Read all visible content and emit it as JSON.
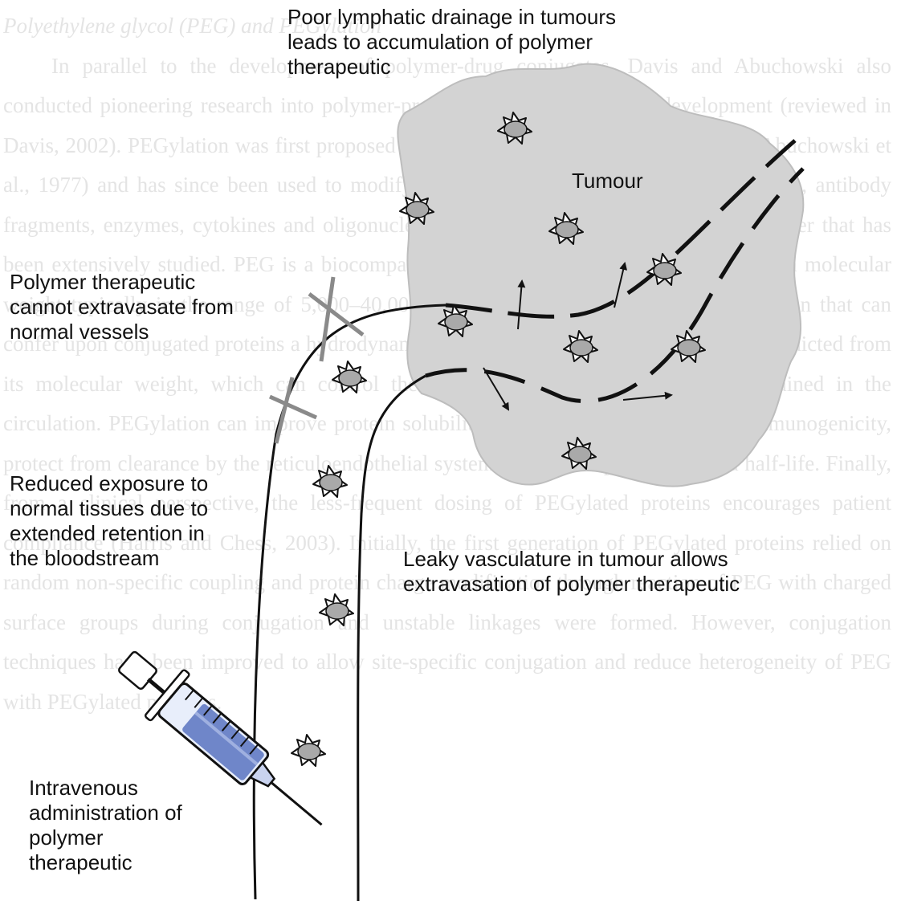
{
  "background_text": [
    "Polyethylene glycol (PEG) and PEGylation",
    "In parallel to the development of polymer-drug conjugates, Davis and Abuchowski also conducted pioneering research into polymer-protein conjugation for drug development (reviewed in Davis, 2002). PEGylation was first proposed by Davis and Abuchowski in the 1970s (Abuchowski et al., 1977) and has since been used to modify a number of therapeutic proteins, peptides, antibody fragments, enzymes, cytokines and oligonucleotides. PEG is a linear, amphiphilic polymer that has been extensively studied. PEG is a biocompatible, non-toxic, hydrophilic polymer with a molecular weight typically in the range of 5,000–40,000 g/mol. It is a flexible, water-soluble chain that can confer upon conjugated proteins a hydrodynamic volume many times greater than that predicted from its molecular weight, which can control the degree to which the conjugate is retained in the circulation. PEGylation can improve protein solubility and stability, reduce protein immunogenicity, protect from clearance by the reticuloendothelial system (RES), and prolong plasma half-life. Finally, from a clinical perspective, the less-frequent dosing of PEGylated proteins encourages patient compliance (Harris and Chess, 2003). Initially, the first generation of PEGylated proteins relied on random non-specific coupling and protein charge modification through reaction of PEG with charged surface groups during conjugation and unstable linkages were formed. However, conjugation techniques have been improved to allow site-specific conjugation and reduce heterogeneity of PEG with PEGylated proteins."
  ],
  "labels": {
    "lymph": "Poor lymphatic drainage in tumours\nleads to accumulation of polymer\ntherapeutic",
    "tumour": "Tumour",
    "extravasate": "Polymer therapeutic\ncannot extravasate from\nnormal vessels",
    "exposure": "Reduced exposure to\nnormal tissues due to\nextended retention in\nthe bloodstream",
    "leaky": "Leaky vasculature in tumour allows\nextravasation of polymer therapeutic",
    "iv": "Intravenous\nadministration of\npolymer\ntherapeutic"
  },
  "colors": {
    "tumour_fill": "#d3d3d3",
    "vessel": "#111111",
    "cross": "#8a8a8a",
    "particle_core": "#a9a9a9",
    "syringe_blue": "#6f86c9"
  },
  "icons": {
    "particle": "polymer-drug-conjugate-icon",
    "syringe": "syringe-icon",
    "cross": "blocked-x-icon"
  }
}
